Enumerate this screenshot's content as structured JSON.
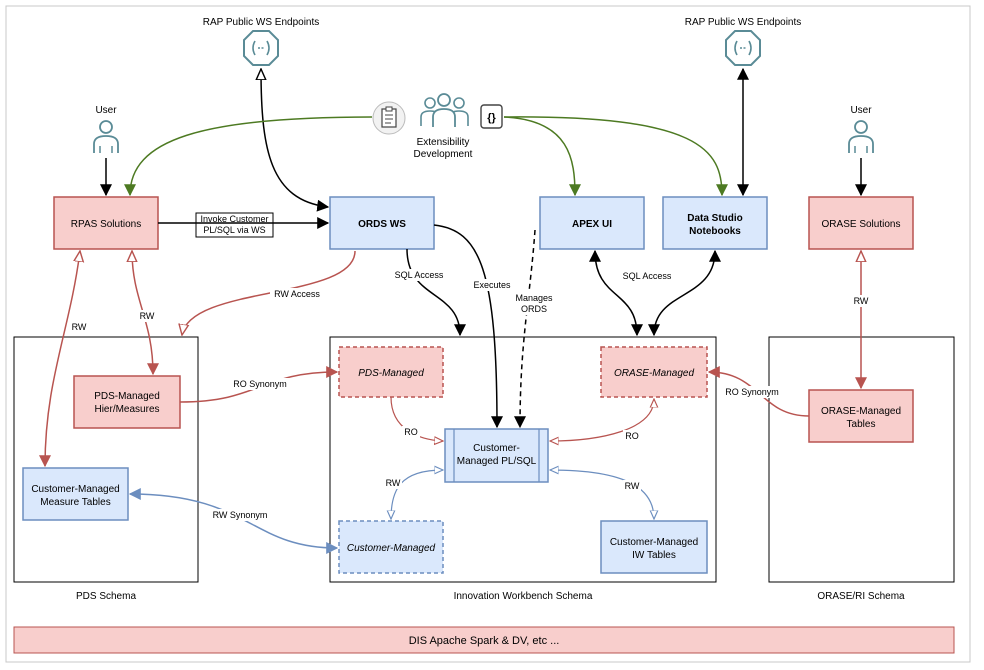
{
  "colors": {
    "red_fill": "#f8cecc",
    "red_stroke": "#b85450",
    "blue_fill": "#dae8fc",
    "blue_stroke": "#6c8ebf",
    "green": "#4d7a22",
    "black": "#000000",
    "icon_stroke": "#5a8b96",
    "icon_fill": "#ffffff"
  },
  "endpoints": {
    "left": "RAP Public WS Endpoints",
    "right": "RAP Public WS Endpoints"
  },
  "users": {
    "left": "User",
    "right": "User"
  },
  "extensibility": {
    "line1": "Extensibility",
    "line2": "Development"
  },
  "boxes": {
    "rpas": "RPAS Solutions",
    "ords": "ORDS WS",
    "apex": "APEX UI",
    "data_studio_1": "Data Studio",
    "data_studio_2": "Notebooks",
    "orase_solutions": "ORASE Solutions",
    "pds_managed_1": "PDS-Managed",
    "pds_managed_2": "Hier/Measures",
    "cust_measure_1": "Customer-Managed",
    "cust_measure_2": "Measure Tables",
    "iw_pds_managed": "PDS-Managed",
    "iw_orase_managed": "ORASE-Managed",
    "plsql_1": "Customer-",
    "plsql_2": "Managed PL/SQL",
    "iw_cust_managed": "Customer-Managed",
    "iw_tables_1": "Customer-Managed",
    "iw_tables_2": "IW Tables",
    "orase_tables_1": "ORASE-Managed",
    "orase_tables_2": "Tables"
  },
  "schemas": {
    "pds": "PDS Schema",
    "iw": "Innovation Workbench Schema",
    "orase": "ORASE/RI Schema"
  },
  "labels": {
    "invoke_1": "Invoke Customer",
    "invoke_2": "PL/SQL via WS",
    "rw_access": "RW Access",
    "sql_access_left": "SQL Access",
    "executes": "Executes",
    "manages_1": "Manages",
    "manages_2": "ORDS",
    "sql_access_right": "SQL Access",
    "rw_left_outer": "RW",
    "rw_left_inner": "RW",
    "rw_orase": "RW",
    "ro_synonym_left": "RO Synonym",
    "ro_synonym_right": "RO Synonym",
    "ro_left": "RO",
    "ro_right": "RO",
    "rw_synonym": "RW Synonym",
    "rw_iw_left": "RW",
    "rw_iw_right": "RW"
  },
  "footer": "DIS Apache Spark & DV, etc ..."
}
